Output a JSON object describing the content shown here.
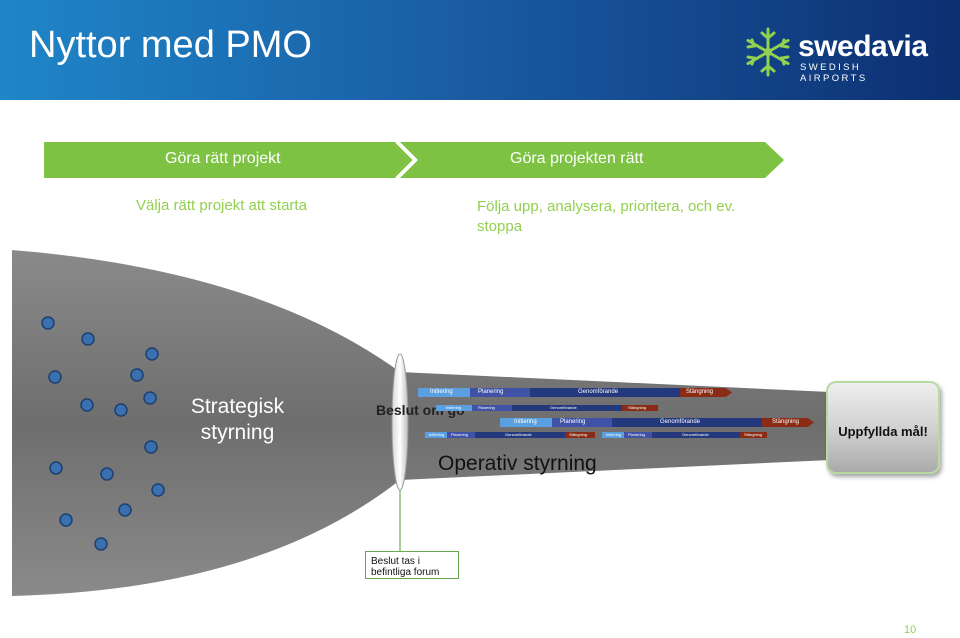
{
  "slide": {
    "title": "Nyttor med PMO",
    "page_number": "10"
  },
  "logo": {
    "name": "swedavia",
    "tagline": "SWEDISH AIRPORTS"
  },
  "phases": {
    "left": {
      "title": "Göra rätt projekt",
      "subtitle": "Välja rätt projekt att starta"
    },
    "right": {
      "title": "Göra projekten rätt",
      "subtitle": "Följa upp, analysera, prioritera, och ev. stoppa"
    }
  },
  "funnel": {
    "strategic_label": "Strategisk styrning",
    "decision_label": "Beslut om go",
    "operative_label": "Operativ styrning",
    "goal_label": "Uppfyllda mål!",
    "forum_note": "Beslut tas i befintliga forum"
  },
  "gantt_phases": {
    "initiation": "Initiering",
    "planning": "Planering",
    "execution": "Genomförande",
    "closing": "Stängning"
  },
  "colors": {
    "header_start": "#1f86c8",
    "header_end": "#0d2f72",
    "accent_green": "#92d050",
    "phase_arrow_green": "#7dc242",
    "funnel_gray": "#7f7f7f",
    "dot_blue": "#3a6fb0"
  }
}
